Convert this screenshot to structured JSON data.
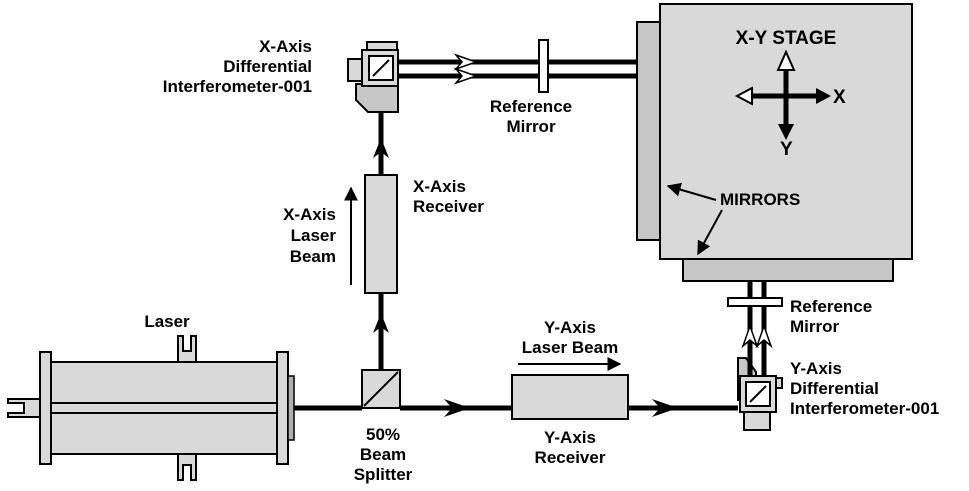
{
  "diagram": {
    "labels": {
      "x_interferometer": [
        "X-Axis",
        "Differential",
        "Interferometer-001"
      ],
      "reference_mirror_top": [
        "Reference",
        "Mirror"
      ],
      "xy_stage": "X-Y STAGE",
      "axis_x": "X",
      "axis_y": "Y",
      "mirrors": "MIRRORS",
      "x_receiver": [
        "X-Axis",
        "Receiver"
      ],
      "x_laser_beam": [
        "X-Axis",
        "Laser",
        "Beam"
      ],
      "laser": "Laser",
      "beam_splitter": [
        "50%",
        "Beam",
        "Splitter"
      ],
      "y_laser_beam": [
        "Y-Axis",
        "Laser Beam"
      ],
      "y_receiver": [
        "Y-Axis",
        "Receiver"
      ],
      "reference_mirror_right": [
        "Reference",
        "Mirror"
      ],
      "y_interferometer": [
        "Y-Axis",
        "Differential",
        "Interferometer-001"
      ]
    }
  }
}
